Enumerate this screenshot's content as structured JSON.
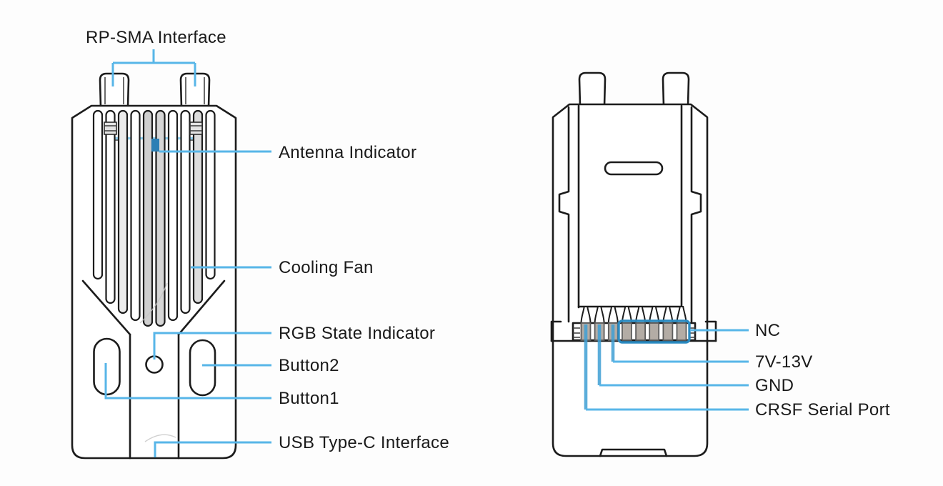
{
  "front_view": {
    "labels": {
      "rp_sma": "RP-SMA Interface",
      "antenna_indicator": "Antenna Indicator",
      "cooling_fan": "Cooling Fan",
      "rgb_state_indicator": "RGB State Indicator",
      "button2": "Button2",
      "button1": "Button1",
      "usb_type_c": "USB Type-C Interface"
    }
  },
  "back_view": {
    "labels": {
      "nc": "NC",
      "power_input": "7V-13V",
      "gnd": "GND",
      "crsf": "CRSF Serial Port"
    },
    "pin_count": 8,
    "pinout": [
      {
        "pin": "1",
        "signal": "CRSF Serial Port"
      },
      {
        "pin": "2",
        "signal": "GND"
      },
      {
        "pin": "3",
        "signal": "7V-13V"
      },
      {
        "pin": "4-8",
        "signal": "NC"
      }
    ]
  },
  "colors": {
    "background": "#fdfdfd",
    "outline": "#1c1c1c",
    "leader_blue": "#58b6e8",
    "leader_blue_dark": "#3e9fd4",
    "highlight_blue": "#2b7fb5",
    "nc_box_blue": "#2b8ac0",
    "pin_gray": "#b3aca5",
    "text": "#1a1a1a"
  }
}
